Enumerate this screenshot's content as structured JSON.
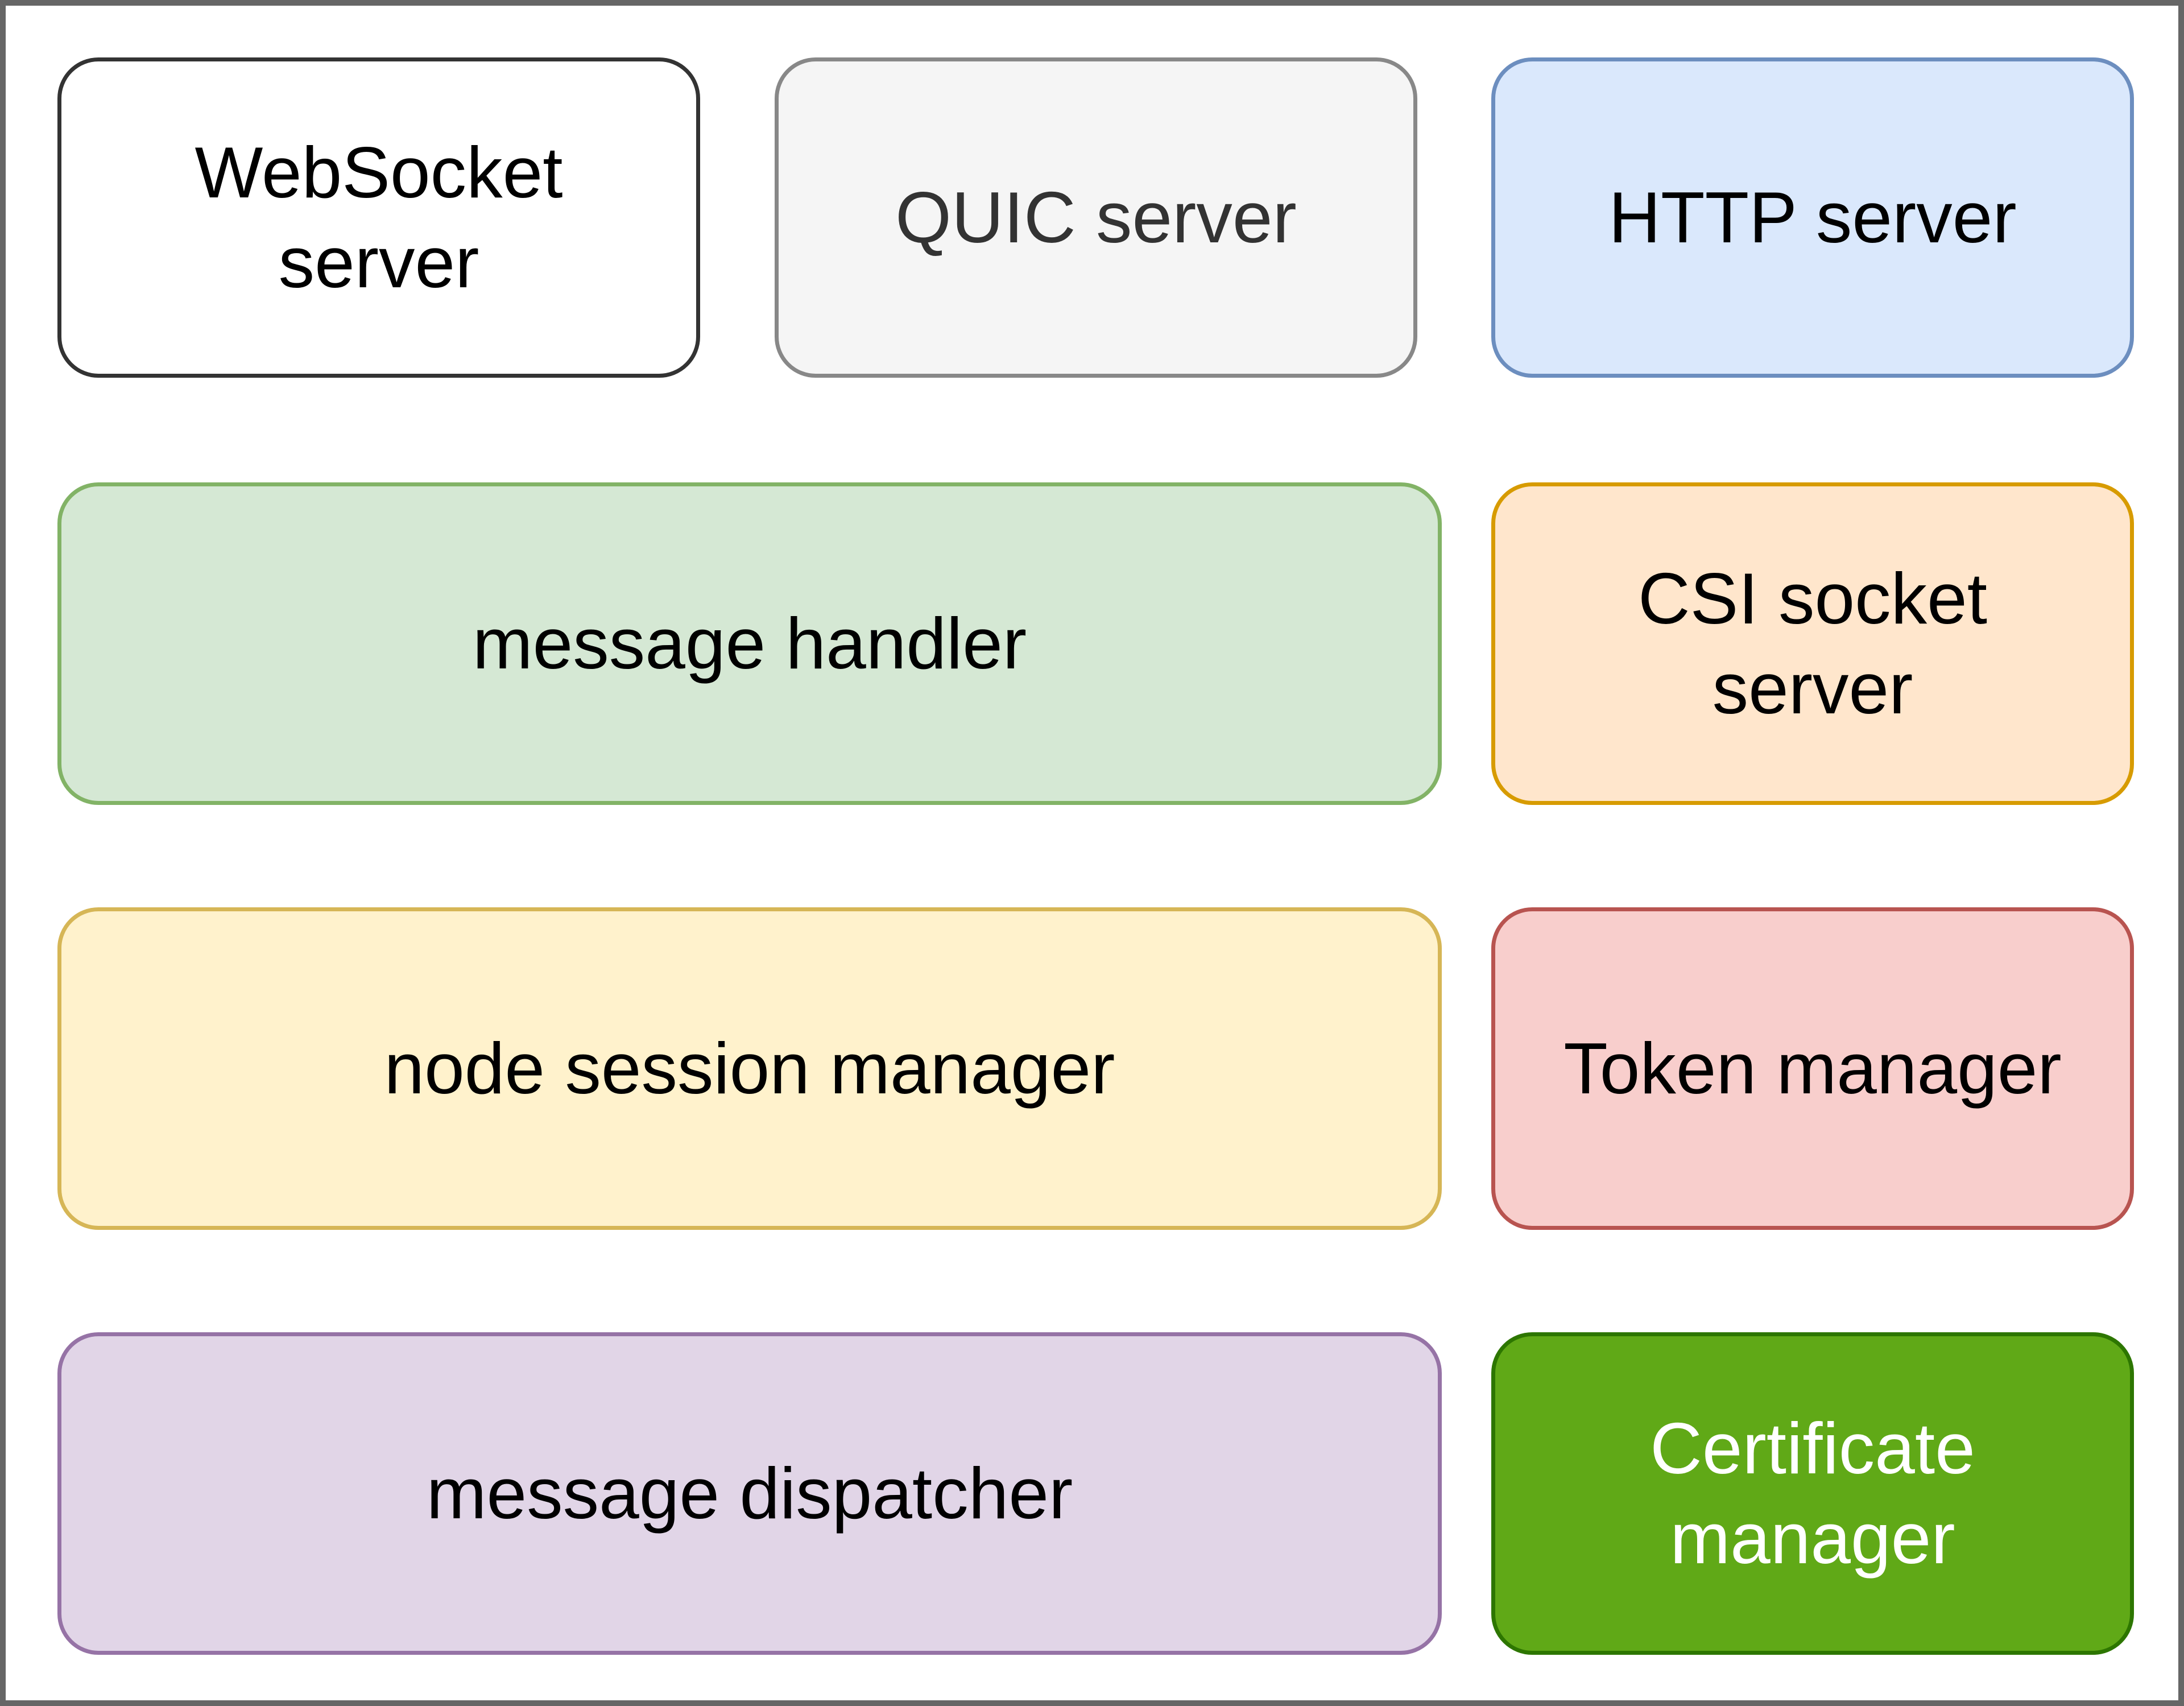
{
  "boxes": {
    "websocket_server": {
      "label": "WebSocket\nserver",
      "fill": "#ffffff",
      "stroke": "#333333",
      "text": "#000000"
    },
    "quic_server": {
      "label": "QUIC server",
      "fill": "#f5f5f5",
      "stroke": "#888888",
      "text": "#333333"
    },
    "http_server": {
      "label": "HTTP server",
      "fill": "#dae8fc",
      "stroke": "#6c8ebf",
      "text": "#000000"
    },
    "message_handler": {
      "label": "message handler",
      "fill": "#d5e8d4",
      "stroke": "#82b366",
      "text": "#000000"
    },
    "csi_socket_server": {
      "label": "CSI socket\nserver",
      "fill": "#ffe6cc",
      "stroke": "#d79b00",
      "text": "#000000"
    },
    "node_session_manager": {
      "label": "node session manager",
      "fill": "#fff2cc",
      "stroke": "#d6b656",
      "text": "#000000"
    },
    "token_manager": {
      "label": "Token manager",
      "fill": "#f8cecc",
      "stroke": "#b85450",
      "text": "#000000"
    },
    "message_dispatcher": {
      "label": "message dispatcher",
      "fill": "#e1d5e7",
      "stroke": "#9673a6",
      "text": "#000000"
    },
    "certificate_manager": {
      "label": "Certificate\nmanager",
      "fill": "#60a917",
      "stroke": "#2d7600",
      "text": "#ffffff"
    }
  }
}
